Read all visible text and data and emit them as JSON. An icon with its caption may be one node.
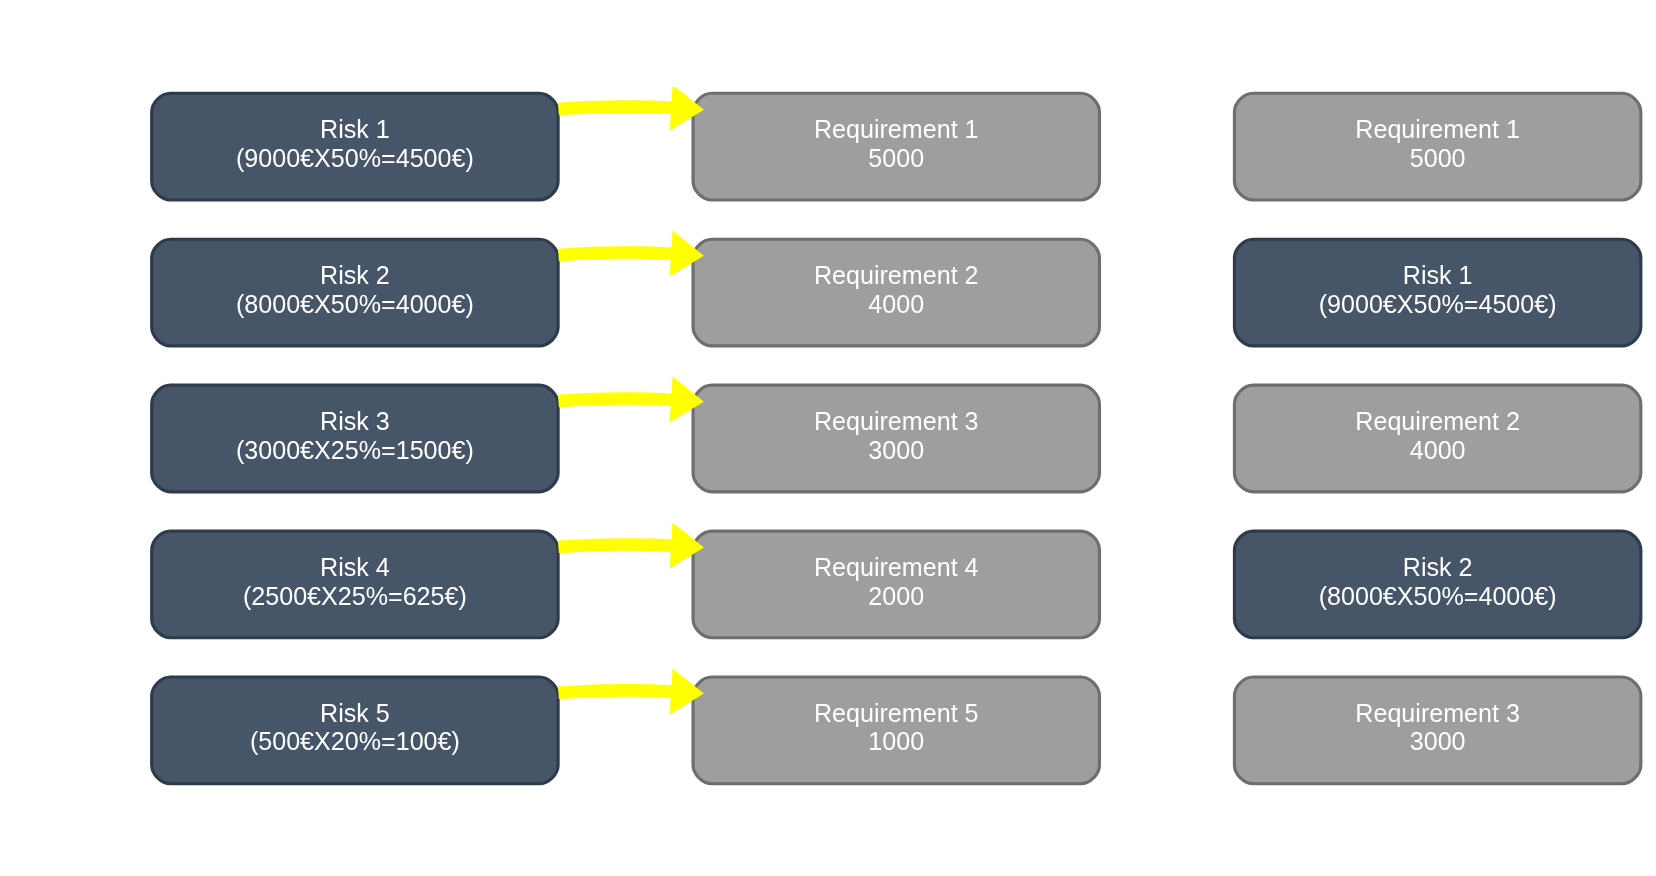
{
  "diagram": {
    "nodes": [
      {
        "text": [
          "Risk 1",
          "(9000€X50%=4500€)"
        ]
      },
      {
        "text": [
          "Risk 2",
          "(8000€X50%=4000€)"
        ]
      },
      {
        "text": [
          "Risk 3",
          "(3000€X25%=1500€)"
        ]
      },
      {
        "text": [
          "Risk 4",
          "(2500€X25%=625€)"
        ]
      },
      {
        "text": [
          "Risk 5",
          "(500€X20%=100€)"
        ]
      },
      {
        "text": [
          "Requirement 1",
          "5000"
        ]
      },
      {
        "text": [
          "Requirement 2",
          "4000"
        ]
      },
      {
        "text": [
          "Requirement 3",
          "3000"
        ]
      },
      {
        "text": [
          "Requirement 4",
          "2000"
        ]
      },
      {
        "text": [
          "Requirement 5",
          "1000"
        ]
      },
      {
        "text": [
          "Requirement 1",
          "5000"
        ]
      },
      {
        "text": [
          "Risk 1",
          "(9000€X50%=4500€)"
        ]
      },
      {
        "text": [
          "Requirement 2",
          "4000"
        ]
      },
      {
        "text": [
          "Risk 2",
          "(8000€X50%=4000€)"
        ]
      },
      {
        "text": [
          "Requirement 3",
          "3000"
        ]
      }
    ],
    "edges": [
      {
        "from": 0,
        "to": 5,
        "arrow": "to"
      },
      {
        "from": 1,
        "to": 6,
        "arrow": "to"
      },
      {
        "from": 2,
        "to": 7,
        "arrow": "to"
      },
      {
        "from": 3,
        "to": 8,
        "arrow": "to"
      },
      {
        "from": 4,
        "to": 9,
        "arrow": "to"
      }
    ]
  }
}
